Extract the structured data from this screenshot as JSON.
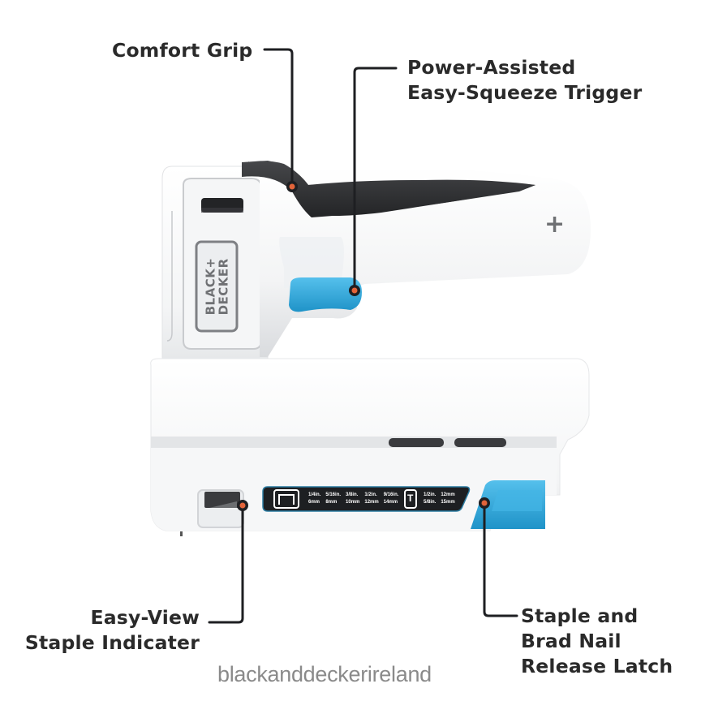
{
  "product": {
    "brand_badge": [
      "BLACK+",
      "DECKER"
    ],
    "housing_mark": "+"
  },
  "callouts": [
    {
      "id": "comfort-grip",
      "lines": [
        "Comfort Grip"
      ]
    },
    {
      "id": "trigger",
      "lines": [
        "Power-Assisted",
        "Easy-Squeeze Trigger"
      ]
    },
    {
      "id": "staple-indicator",
      "lines": [
        "Easy-View",
        "Staple Indicater"
      ]
    },
    {
      "id": "release-latch",
      "lines": [
        "Staple and",
        "Brad Nail",
        "Release Latch"
      ]
    }
  ],
  "size_label": {
    "staple_sizes": [
      {
        "inch": "1/4in.",
        "mm": "6mm"
      },
      {
        "inch": "5/16in.",
        "mm": "8mm"
      },
      {
        "inch": "3/8in.",
        "mm": "10mm"
      },
      {
        "inch": "1/2in.",
        "mm": "12mm"
      },
      {
        "inch": "9/16in.",
        "mm": "14mm"
      }
    ],
    "nail_icon": "T",
    "nail_sizes": [
      {
        "inch": "1/2in.",
        "mm": "12mm"
      },
      {
        "inch": "5/8in.",
        "mm": "15mm"
      }
    ]
  },
  "colors": {
    "accent_blue": "#2fa8dc",
    "grip_dark": "#2e2f31",
    "callout_line": "#1e1f22",
    "callout_dot": "#e2643a",
    "text": "#2a2a2a",
    "watermark": "#8a8a8a"
  },
  "watermark": "blackanddeckerireland"
}
